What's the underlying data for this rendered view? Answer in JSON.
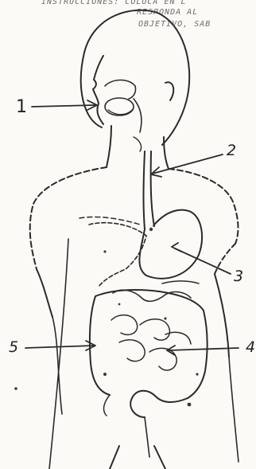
{
  "header": {
    "line1": "INSTRUCCIONES: COLOCA EN L",
    "line2": "RESPONDA AL",
    "line3": "OBJETIVO, SAB"
  },
  "labels": {
    "one": "1",
    "two": "2",
    "three": "3",
    "four": "4",
    "five": "5"
  }
}
